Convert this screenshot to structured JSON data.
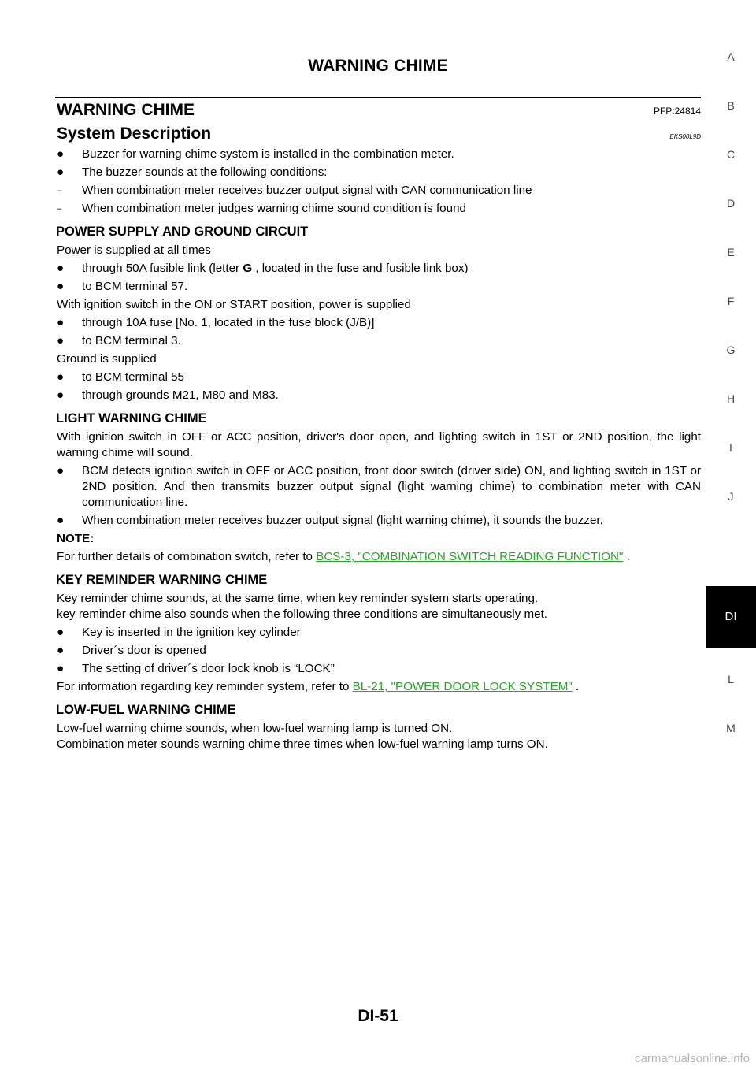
{
  "header": {
    "title": "WARNING CHIME"
  },
  "section": {
    "title": "WARNING CHIME",
    "pfp": "PFP:24814"
  },
  "subsection": {
    "title": "System Description",
    "code": "EKS00L9D"
  },
  "intro": {
    "b1": "Buzzer for warning chime system is installed in the combination meter.",
    "b2": "The buzzer sounds at the following conditions:",
    "d1": "When combination meter receives buzzer output signal with CAN communication line",
    "d2": "When combination meter judges warning chime sound condition is found"
  },
  "power": {
    "heading": "POWER SUPPLY AND GROUND CIRCUIT",
    "p1": "Power is supplied at all times",
    "b1_pre": "through 50A fusible link (letter ",
    "b1_letter": "G",
    "b1_post": " , located in the fuse and fusible link box)",
    "b2": "to BCM terminal 57.",
    "p2": "With ignition switch in the ON or START position, power is supplied",
    "b3": "through 10A fuse [No. 1, located in the fuse block (J/B)]",
    "b4": "to BCM terminal 3.",
    "p3": "Ground is supplied",
    "b5": "to BCM terminal 55",
    "b6": "through grounds M21, M80 and M83."
  },
  "light": {
    "heading": "LIGHT WARNING CHIME",
    "p1": "With ignition switch in OFF or ACC position, driver's door open, and lighting switch in 1ST or 2ND position, the light warning chime will sound.",
    "b1": "BCM detects ignition switch in OFF or ACC position, front door switch (driver side) ON, and lighting switch in 1ST or 2ND position. And then transmits buzzer output signal (light warning chime) to combination meter with CAN communication line.",
    "b2": "When combination meter receives buzzer output signal (light warning chime), it sounds the buzzer.",
    "note_label": "NOTE:",
    "note_pre": "For further details of combination switch, refer to ",
    "note_link": "BCS-3, \"COMBINATION SWITCH READING FUNCTION\"",
    "note_post": " ."
  },
  "key": {
    "heading": "KEY REMINDER WARNING CHIME",
    "p1": "Key reminder chime sounds, at the same time, when key reminder system starts operating.",
    "p2": "key reminder chime also sounds when the following three conditions are simultaneously met.",
    "b1": "Key is inserted in the ignition key cylinder",
    "b2": "Driver´s door is opened",
    "b3": "The setting of driver´s door lock knob is “LOCK”",
    "ref_pre": "For information regarding key reminder system, refer to ",
    "ref_link": "BL-21, \"POWER DOOR LOCK SYSTEM\"",
    "ref_post": " ."
  },
  "lowfuel": {
    "heading": "LOW-FUEL WARNING CHIME",
    "p1": "Low-fuel warning chime sounds, when low-fuel warning lamp is turned ON.",
    "p2": "Combination meter sounds warning chime three times when low-fuel warning lamp turns ON."
  },
  "side_tabs": [
    "A",
    "B",
    "C",
    "D",
    "E",
    "F",
    "G",
    "H",
    "I",
    "J",
    "DI",
    "L",
    "M"
  ],
  "active_tab": "DI",
  "footer": {
    "page_number": "DI-51"
  },
  "watermark": "carmanualsonline.info",
  "colors": {
    "link": "#22aa22",
    "active_tab_bg": "#000000"
  }
}
